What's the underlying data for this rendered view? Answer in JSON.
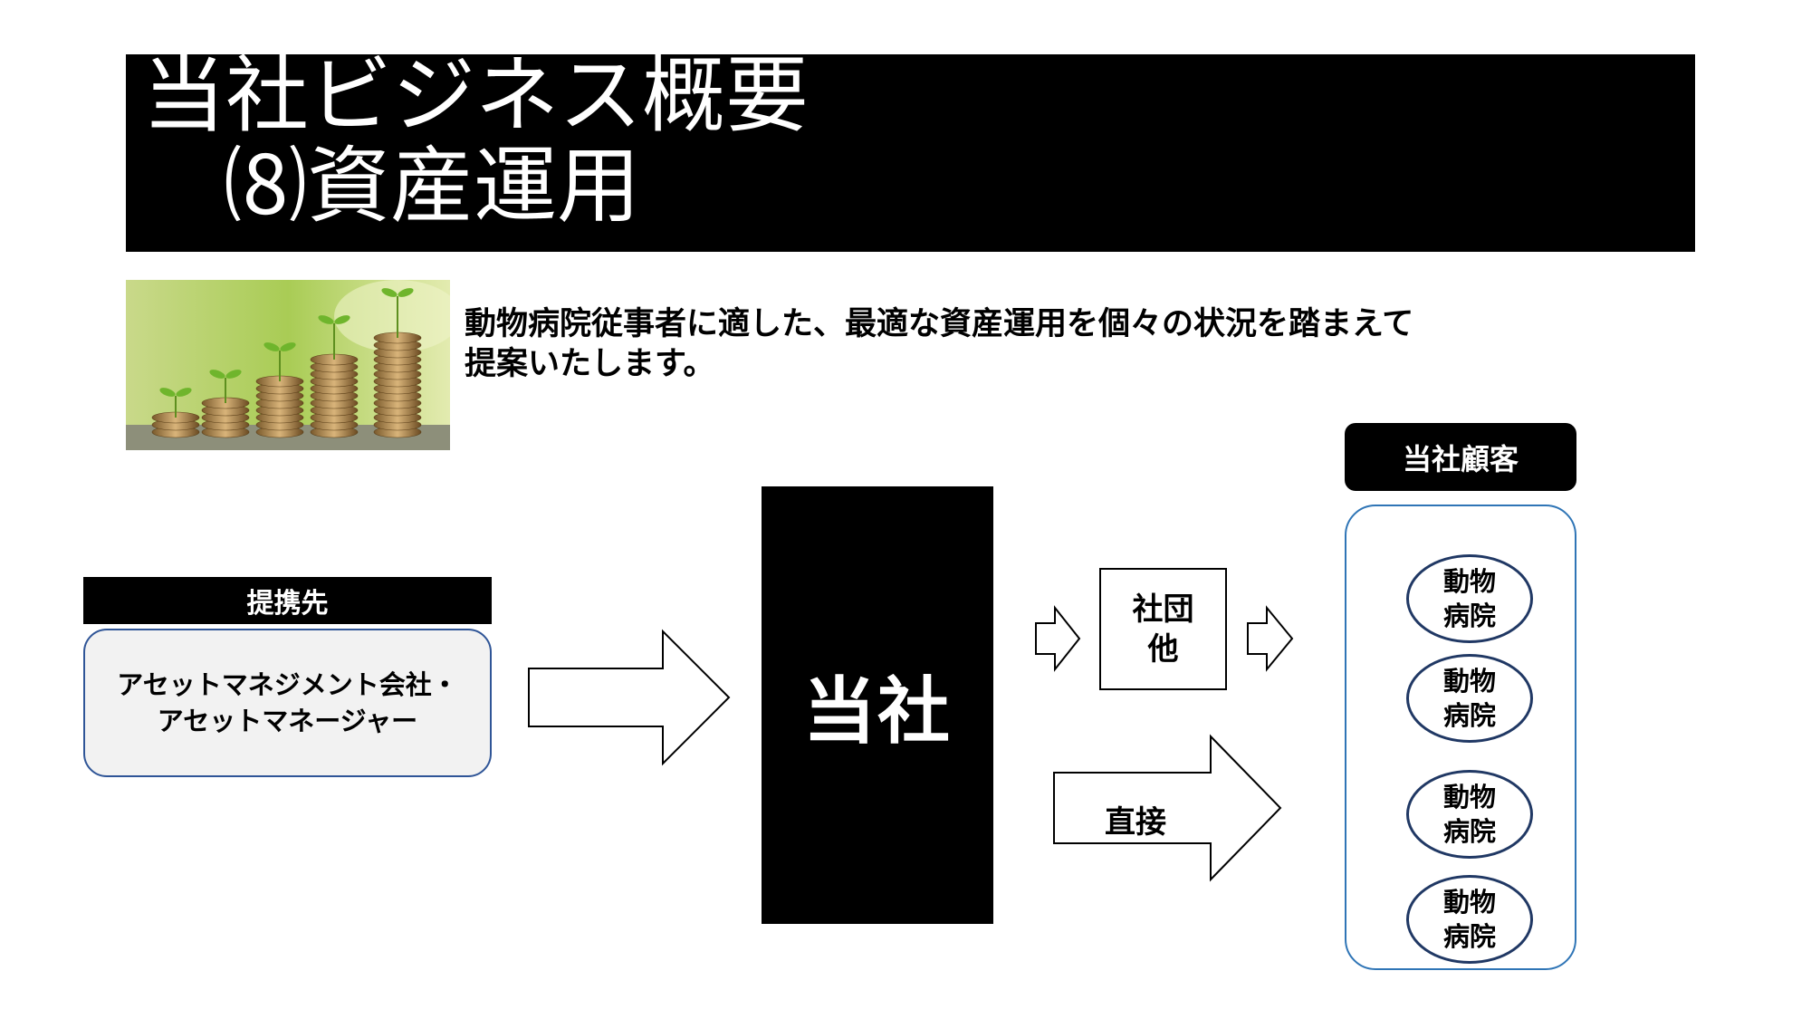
{
  "title": {
    "line1": "当社ビジネス概要",
    "line2": "⑻資産運用"
  },
  "description": {
    "line1": "動物病院従事者に適した、最適な資産運用を個々の状況を踏まえて",
    "line2": "提案いたします。"
  },
  "partner": {
    "label": "提携先",
    "text": "アセットマネジメント会社・アセットマネージャー"
  },
  "company": {
    "label": "当社"
  },
  "association": {
    "line1": "社団",
    "line2": "他"
  },
  "direct": {
    "label": "直接"
  },
  "customers": {
    "label": "当社顧客",
    "hospitals": [
      {
        "line1": "動物",
        "line2": "病院"
      },
      {
        "line1": "動物",
        "line2": "病院"
      },
      {
        "line1": "動物",
        "line2": "病院"
      },
      {
        "line1": "動物",
        "line2": "病院"
      }
    ]
  },
  "colors": {
    "banner": "#000000",
    "partner_border": "#2f5597",
    "customer_border": "#2f75b6",
    "hospital_border": "#203864"
  }
}
